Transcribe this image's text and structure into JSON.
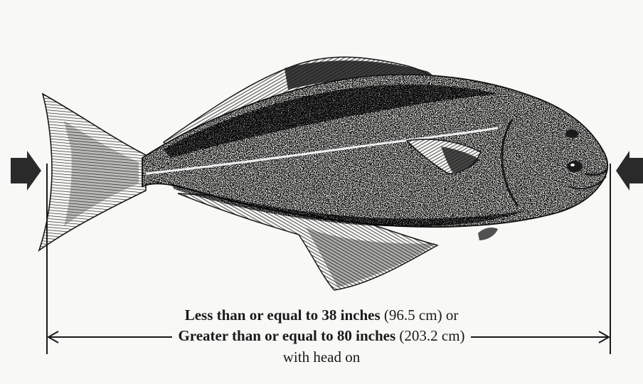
{
  "diagram": {
    "fish_icon": "halibut-icon",
    "left_arrow_icon": "arrow-right-icon",
    "right_arrow_icon": "arrow-left-icon",
    "caption": {
      "line1_bold": "Less than or equal to 38 inches",
      "line1_normal": " (96.5 cm) or",
      "line2_bold": "Greater than or equal to 80 inches",
      "line2_normal": " (203.2 cm)",
      "line3": "with head on"
    }
  }
}
